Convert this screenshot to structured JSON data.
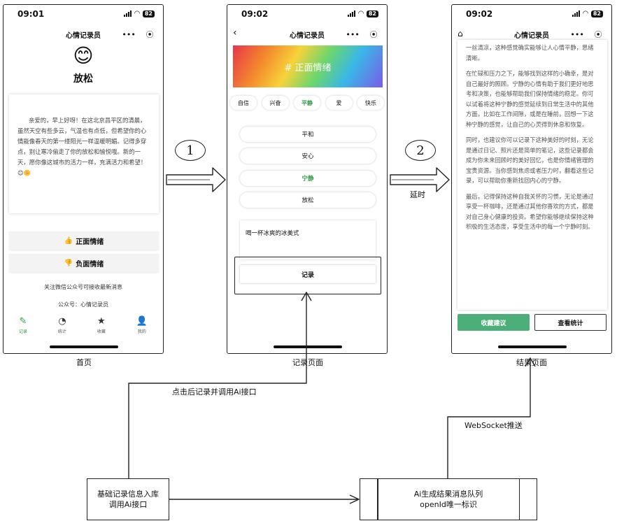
{
  "phone1": {
    "time": "09:01",
    "battery": "82",
    "title": "心情记录员",
    "emoji": "😊",
    "mood": "放松",
    "message": "亲爱的，早上好呀！在这北京昌平区的清晨，虽然天空有些多云，气温也有点低，但希望你的心情能像春天的第一缕阳光一样温暖明媚。记得多穿点，别让寒冷偷走了你的放松和愉悦哦。新的一天，愿你像这城市的活力一样，充满活力和希望！😊🌼",
    "positive_button": "正面情绪",
    "negative_button": "负面情绪",
    "notice": "关注微信公众号可接收最新消息",
    "account": "公众号：心情记录员",
    "tabs": [
      {
        "label": "记录"
      },
      {
        "label": "统计"
      },
      {
        "label": "收藏"
      },
      {
        "label": "我的"
      }
    ]
  },
  "phone2": {
    "time": "09:02",
    "battery": "82",
    "title": "心情记录员",
    "banner": "# 正面情绪",
    "chips": [
      "自信",
      "兴奋",
      "平静",
      "爱",
      "快乐"
    ],
    "selected_chip": "平静",
    "options": [
      "平和",
      "安心",
      "宁静",
      "放松"
    ],
    "selected_option": "宁静",
    "memo": "喝一杯冰爽的冰美式",
    "record_button": "记录"
  },
  "phone3": {
    "time": "09:02",
    "battery": "82",
    "title": "心情记录员",
    "paragraphs": [
      "一丝清凉，这种感觉确实能够让人心情平静，思绪清晰。",
      "在忙碌和压力之下，能够找到这样的小确幸，是对自己最好的照顾。宁静的心情有助于我们更好地思考和决策，也能够帮助我们保持情绪的稳定。你可以试着将这种宁静的感觉延续到日常生活中的其他方面，比如在工作间隙，或是在睡前，回想一下这种宁静的感觉，让自己的心灵得到休息和恢复。",
      "同时，也建议你可以记录下这种美好的时刻，无论是通过日记、照片还是简单的笔记，这些记录都会成为你未来回顾时的美好回忆，也是你情绪管理的宝贵资源。当你感到焦虑或者压力时，翻看这些记录，可以帮助你重新找回内心的宁静。",
      "最后，记得保持这种自我关怀的习惯，无论是通过享受一杯咖啡，还是通过其他你喜欢的方式，都是对自己身心健康的投资。希望你能够继续保持这种积极的生活态度，享受生活中的每一个宁静时刻。"
    ],
    "fav_button": "收藏建议",
    "stats_button": "查看统计"
  },
  "labels": {
    "home": "首页",
    "record_page": "记录页面",
    "result_page": "结果页面",
    "step1": "1",
    "step2": "2",
    "delay": "延时",
    "click_call": "点击后记录并调用Ai接口",
    "websocket": "WebSocket推送"
  },
  "boxes": {
    "store_line1": "基础记录信息入库",
    "store_line2": "调用Ai接口",
    "queue_line1": "Ai生成结果消息队列",
    "queue_line2": "openId唯一标识"
  }
}
